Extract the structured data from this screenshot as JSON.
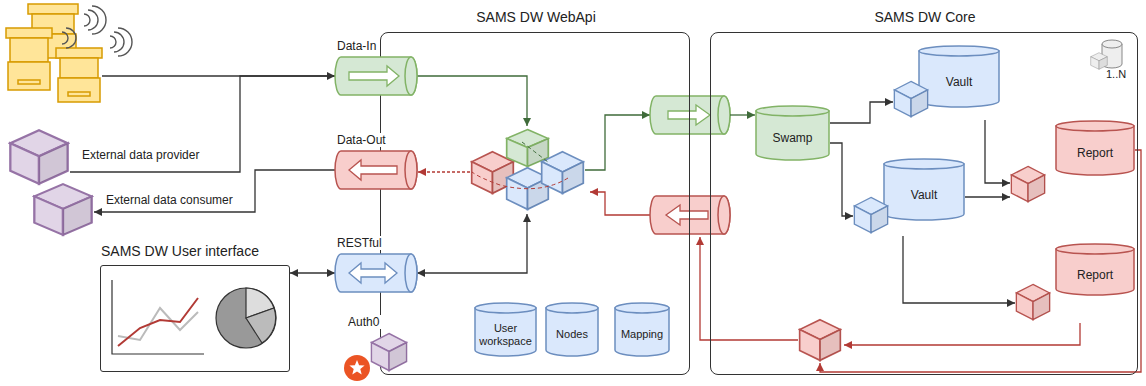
{
  "diagram": {
    "nodes": [
      {
        "text": [
          "SAMS DW WebApi"
        ]
      },
      {
        "text": [
          "SAMS DW Core"
        ]
      },
      {
        "text": [
          "Data-In"
        ],
        "in": 0
      },
      {
        "text": [
          "Data-Out"
        ],
        "in": 0
      },
      {
        "text": [
          "RESTful"
        ],
        "in": 0
      },
      {
        "text": [
          "Auth0"
        ],
        "in": 0
      },
      {
        "text": [
          "External data provider"
        ]
      },
      {
        "text": [
          "External data consumer"
        ]
      },
      {
        "text": [
          "SAMS DW User interface"
        ]
      },
      {
        "text": [
          "User workspace"
        ],
        "in": 0
      },
      {
        "text": [
          "Nodes"
        ],
        "in": 0
      },
      {
        "text": [
          "Mapping"
        ],
        "in": 0
      },
      {
        "text": [
          "Swamp"
        ],
        "in": 1
      },
      {
        "text": [
          "Vault"
        ],
        "in": 1
      },
      {
        "text": [
          "Vault"
        ],
        "in": 1
      },
      {
        "text": [
          "Report"
        ],
        "in": 1
      },
      {
        "text": [
          "Report"
        ],
        "in": 1
      }
    ],
    "edges": [
      {
        "from": 6,
        "to": 2,
        "arrow": "to"
      },
      {
        "from": 3,
        "to": 7,
        "arrow": "to"
      },
      {
        "from": 4,
        "to": 8,
        "arrow": "both"
      },
      {
        "from": 12,
        "to": 13,
        "arrow": "to"
      },
      {
        "from": 12,
        "to": 14,
        "arrow": "to"
      },
      {
        "from": 13,
        "to": 15,
        "arrow": "to"
      },
      {
        "from": 14,
        "to": 15,
        "arrow": "to"
      },
      {
        "from": 14,
        "to": 16,
        "arrow": "to"
      }
    ],
    "labels": [
      "1..N"
    ]
  }
}
